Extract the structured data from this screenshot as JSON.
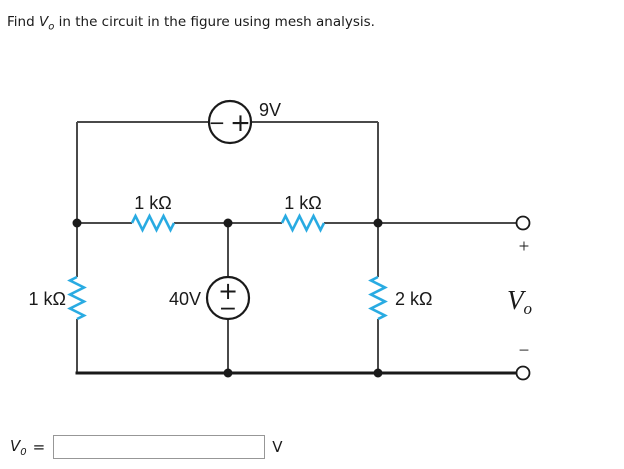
{
  "title": {
    "prefix": "Find ",
    "var": "V",
    "var_sub": "o",
    "suffix": " in the circuit in the figure using mesh analysis."
  },
  "circuit": {
    "source_9v": {
      "label": "9V",
      "minus": "−",
      "plus": "+"
    },
    "source_40v": {
      "label": "40V",
      "plus": "+",
      "minus": "−"
    },
    "resistor_left": {
      "label": "1 kΩ"
    },
    "resistor_mid_left": {
      "label": "1 kΩ"
    },
    "resistor_mid_right": {
      "label": "1 kΩ"
    },
    "resistor_right": {
      "label": "2 kΩ"
    },
    "output": {
      "plus": "+",
      "var": "V",
      "var_sub": "o",
      "minus": "−"
    }
  },
  "answer": {
    "var": "V",
    "var_sub": "0",
    "equals": "=",
    "value": "",
    "unit": "V"
  },
  "colors": {
    "resistor": "#29ABE2",
    "wire": "#4a4a4a",
    "wire_dark": "#1a1a1a",
    "text": "#1a1a1a"
  }
}
